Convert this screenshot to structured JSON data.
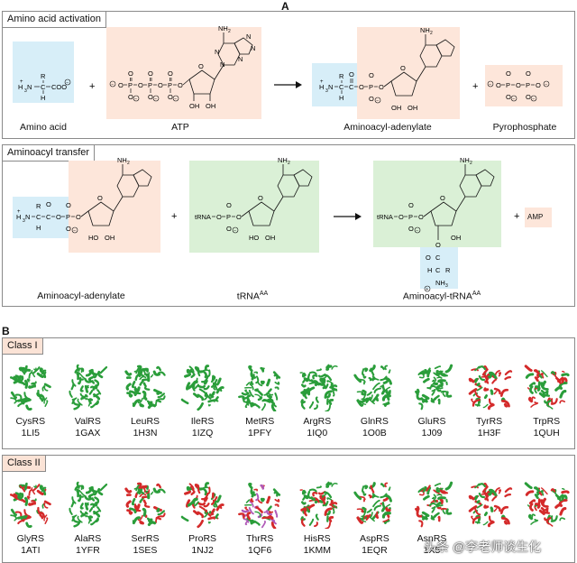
{
  "panel_a": {
    "letter": "A",
    "activation": {
      "title": "Amino acid activation",
      "captions": {
        "amino_acid": "Amino acid",
        "atp": "ATP",
        "aminoacyl_adenylate": "Aminoacyl-adenylate",
        "pyrophosphate": "Pyrophosphate"
      },
      "plus": "+"
    },
    "transfer": {
      "title": "Aminoacyl transfer",
      "captions": {
        "aminoacyl_adenylate": "Aminoacyl-adenylate",
        "trna": "tRNA",
        "trna_sup": "AA",
        "aminoacyl_trna": "Aminoacyl-tRNA",
        "aminoacyl_trna_sup": "AA"
      },
      "amp": "AMP",
      "trna_label": "tRNA",
      "plus": "+"
    },
    "chem": {
      "nh2": "NH",
      "two": "2",
      "h3n": "H",
      "three": "3",
      "n": "N",
      "h": "H",
      "r": "R",
      "c": "C",
      "coo": "COO",
      "o": "O",
      "p": "P",
      "oh": "OH",
      "plus_charge": "+",
      "minus_charge": "−"
    }
  },
  "panel_b": {
    "letter": "B",
    "class1": {
      "title": "Class I",
      "items": [
        {
          "name": "CysRS",
          "pdb": "1LI5",
          "colors": [
            "#2a9d3a"
          ]
        },
        {
          "name": "ValRS",
          "pdb": "1GAX",
          "colors": [
            "#2a9d3a"
          ]
        },
        {
          "name": "LeuRS",
          "pdb": "1H3N",
          "colors": [
            "#2a9d3a"
          ]
        },
        {
          "name": "IleRS",
          "pdb": "1IZQ",
          "colors": [
            "#2a9d3a"
          ]
        },
        {
          "name": "MetRS",
          "pdb": "1PFY",
          "colors": [
            "#2a9d3a"
          ]
        },
        {
          "name": "ArgRS",
          "pdb": "1IQ0",
          "colors": [
            "#2a9d3a"
          ]
        },
        {
          "name": "GlnRS",
          "pdb": "1O0B",
          "colors": [
            "#2a9d3a"
          ]
        },
        {
          "name": "GluRS",
          "pdb": "1J09",
          "colors": [
            "#2a9d3a"
          ]
        },
        {
          "name": "TyrRS",
          "pdb": "1H3F",
          "colors": [
            "#d42a2a",
            "#2a9d3a"
          ]
        },
        {
          "name": "TrpRS",
          "pdb": "1QUH",
          "colors": [
            "#d42a2a",
            "#2a9d3a"
          ]
        }
      ]
    },
    "class2": {
      "title": "Class II",
      "items": [
        {
          "name": "GlyRS",
          "pdb": "1ATI",
          "colors": [
            "#d42a2a",
            "#2a9d3a"
          ]
        },
        {
          "name": "AlaRS",
          "pdb": "1YFR",
          "colors": [
            "#2a9d3a"
          ]
        },
        {
          "name": "SerRS",
          "pdb": "1SES",
          "colors": [
            "#d42a2a",
            "#2a9d3a"
          ]
        },
        {
          "name": "ProRS",
          "pdb": "1NJ2",
          "colors": [
            "#d42a2a",
            "#2a9d3a"
          ]
        },
        {
          "name": "ThrRS",
          "pdb": "1QF6",
          "colors": [
            "#d42a2a",
            "#2a9d3a",
            "#b05ab8"
          ]
        },
        {
          "name": "HisRS",
          "pdb": "1KMM",
          "colors": [
            "#d42a2a",
            "#2a9d3a"
          ]
        },
        {
          "name": "AspRS",
          "pdb": "1EQR",
          "colors": [
            "#d42a2a",
            "#2a9d3a"
          ]
        },
        {
          "name": "AsnRS",
          "pdb": "1X5",
          "colors": [
            "#d42a2a",
            "#2a9d3a"
          ]
        },
        {
          "name": "",
          "pdb": "",
          "colors": [
            "#d42a2a",
            "#2a9d3a"
          ]
        },
        {
          "name": "",
          "pdb": "",
          "colors": [
            "#2a9d3a",
            "#d42a2a"
          ]
        }
      ]
    },
    "watermark": "头条 @李老师谈生化"
  },
  "colors": {
    "blue_box": "#d7eef8",
    "peach_box": "#fde6da",
    "green_box": "#daf0d6",
    "frame": "#8a8a8a"
  }
}
